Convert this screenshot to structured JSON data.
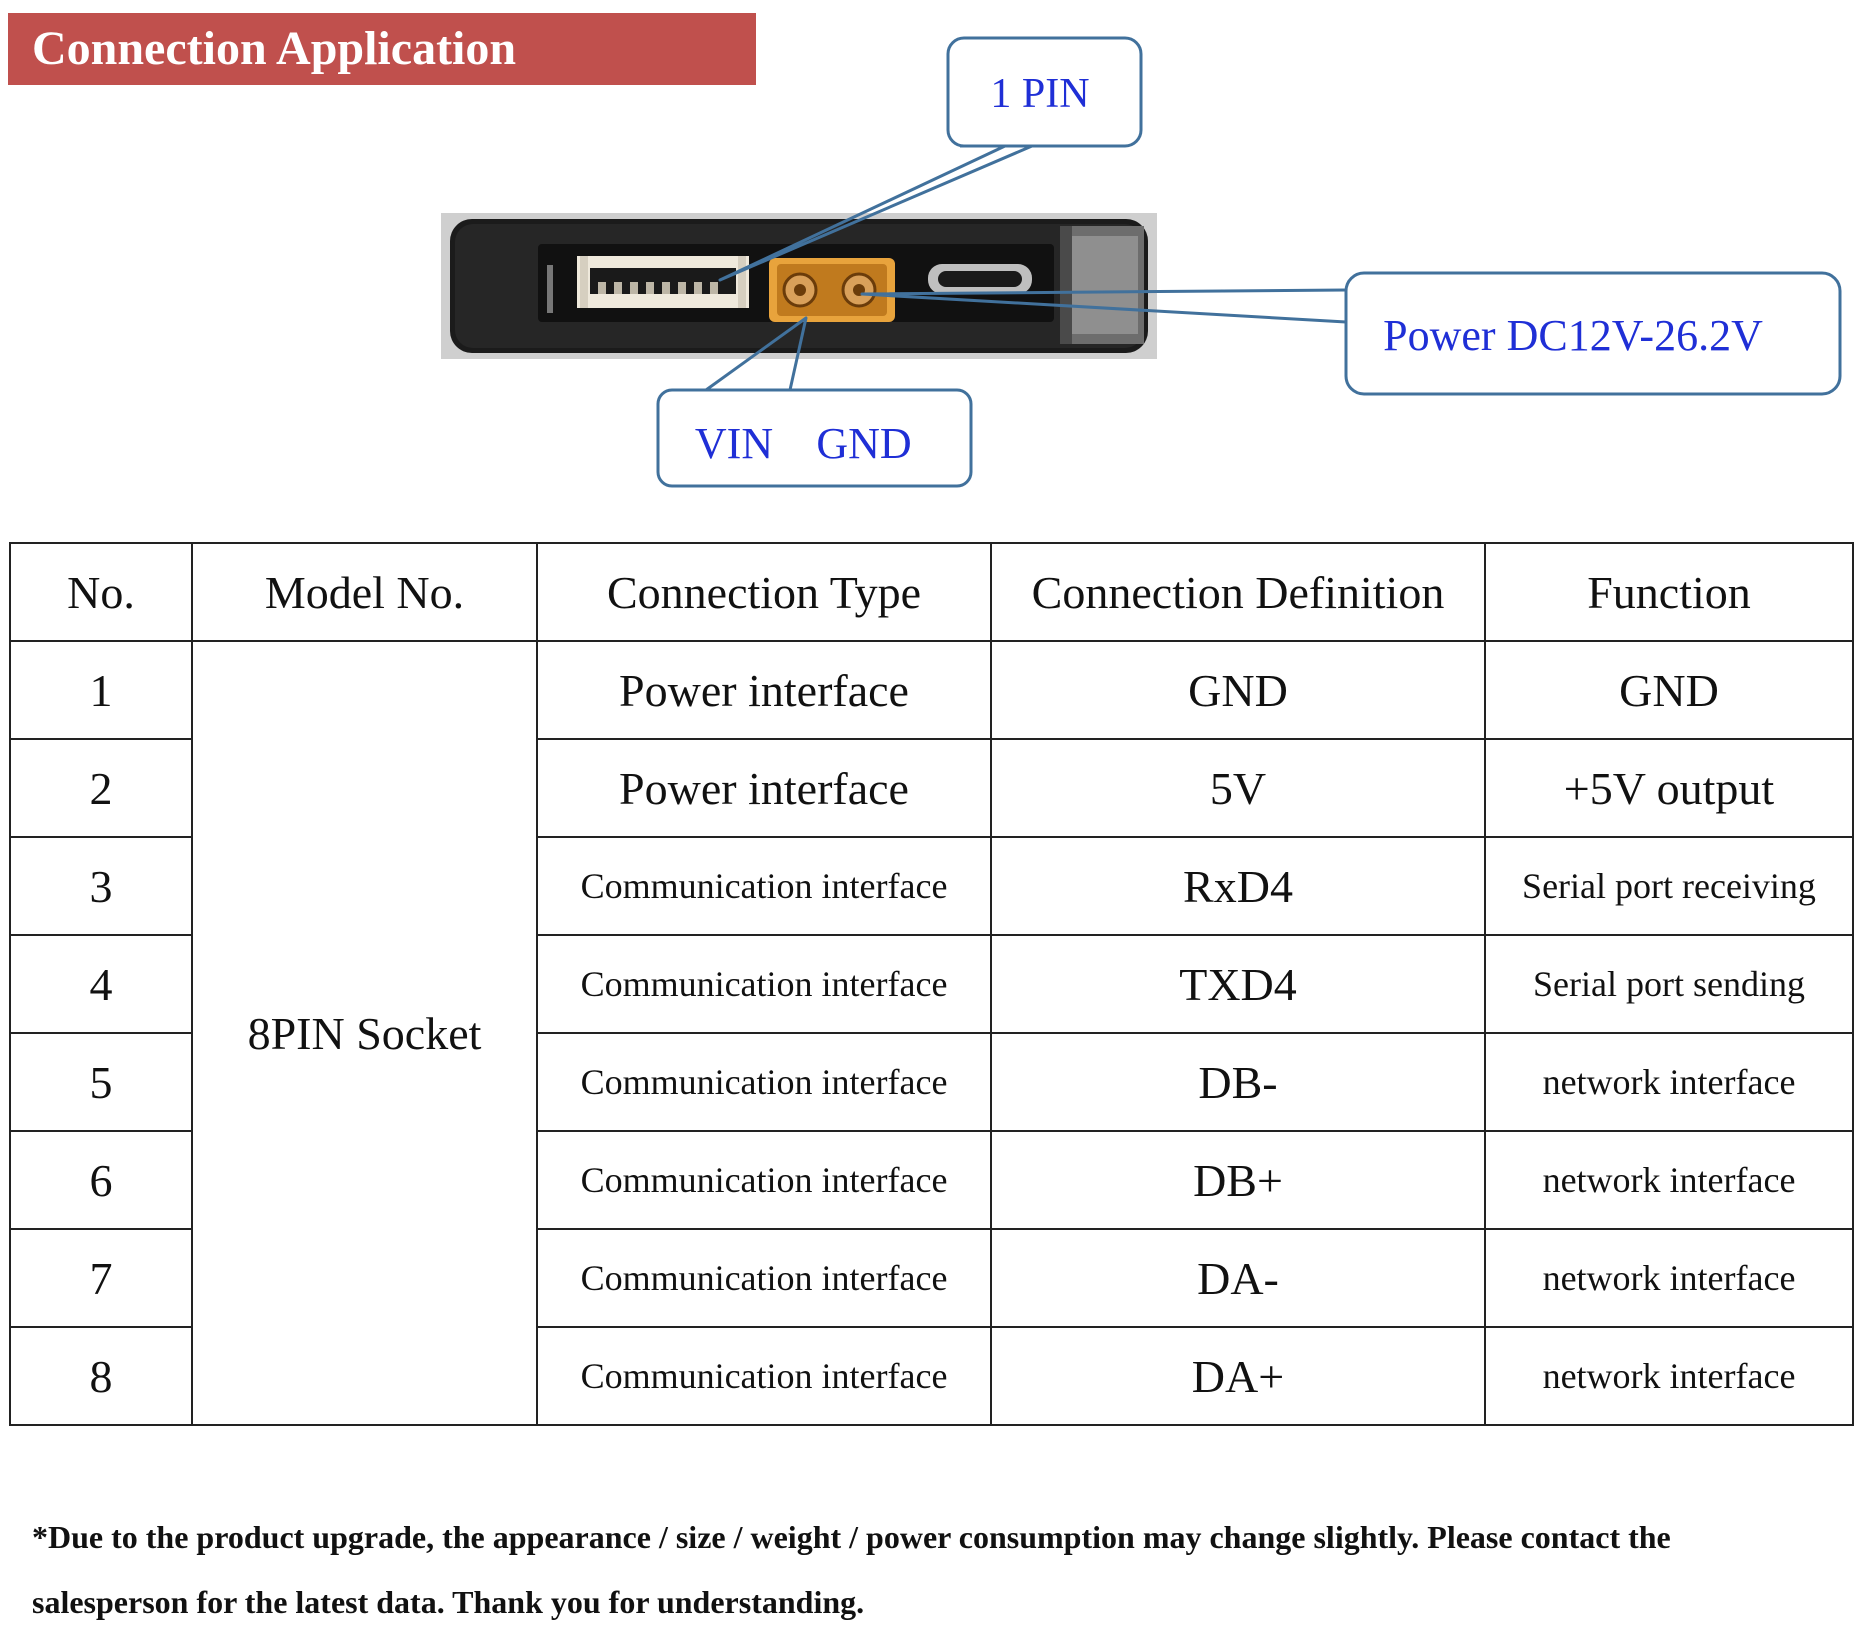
{
  "header": {
    "title": "Connection Application"
  },
  "diagram": {
    "callouts": {
      "pin1": "1 PIN",
      "power": "Power DC12V-26.2V",
      "vin": "VIN",
      "gnd": "GND"
    },
    "colors": {
      "callout_border": "#41719c",
      "callout_text": "#1f2fd6",
      "connector_orange": "#e8a33c",
      "device_body": "#1b1b1b"
    }
  },
  "table": {
    "headers": [
      "No.",
      "Model No.",
      "Connection Type",
      "Connection Definition",
      "Function"
    ],
    "model": "8PIN Socket",
    "rows": [
      {
        "no": "1",
        "type": "Power interface",
        "definition": "GND",
        "function": "GND"
      },
      {
        "no": "2",
        "type": "Power interface",
        "definition": "5V",
        "function": "+5V output"
      },
      {
        "no": "3",
        "type": "Communication interface",
        "definition": "RxD4",
        "function": "Serial port receiving"
      },
      {
        "no": "4",
        "type": "Communication interface",
        "definition": "TXD4",
        "function": "Serial port sending"
      },
      {
        "no": "5",
        "type": "Communication interface",
        "definition": "DB-",
        "function": "network interface"
      },
      {
        "no": "6",
        "type": "Communication interface",
        "definition": "DB+",
        "function": "network interface"
      },
      {
        "no": "7",
        "type": "Communication interface",
        "definition": "DA-",
        "function": "network interface"
      },
      {
        "no": "8",
        "type": "Communication interface",
        "definition": "DA+",
        "function": "network interface"
      }
    ]
  },
  "footnote": {
    "line1": "*Due to the product upgrade, the appearance / size / weight / power consumption may change slightly. Please contact the",
    "line2": "salesperson for the latest data. Thank you for understanding."
  }
}
